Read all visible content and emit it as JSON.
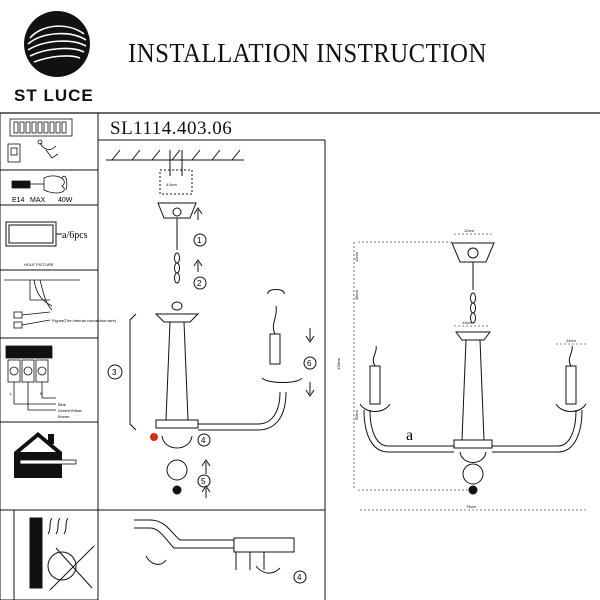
{
  "brand": {
    "name": "ST LUCE"
  },
  "title": "INSTALLATION INSTRUCTION",
  "model": "SL1114.403.06",
  "left_panel": {
    "lamp_base": "E14",
    "lamp_max": "MAX",
    "lamp_power": "40W",
    "bulb_count": "a/6pcs",
    "hole_picture": "HOLE PICTURE",
    "figure_note": "Figure(The internal connection wire)",
    "terminal_labels": [
      "L",
      "N"
    ],
    "wire_colors": [
      "Blue",
      "Green/Yellow",
      "Brown"
    ]
  },
  "steps": [
    "1",
    "2",
    "3",
    "4",
    "5",
    "6",
    "4"
  ],
  "dimensions": {
    "part_label": "a",
    "canopy_width": "12cm",
    "cup_width": "12cm",
    "arm_width": "14cm",
    "total_width": "74cm",
    "total_height": "128cm",
    "chain_height": "46cm",
    "body_height": "50cm",
    "top_height": "12cm",
    "mount_width": "4.6cm"
  },
  "colors": {
    "accent": "#d42a1e",
    "line": "#111111"
  }
}
